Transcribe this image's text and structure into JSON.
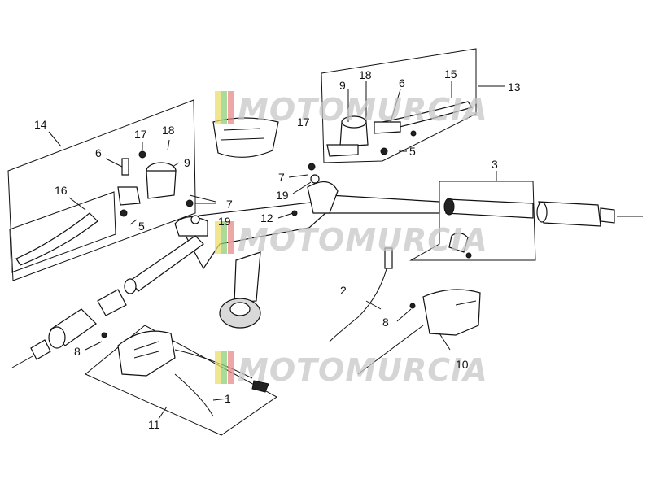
{
  "watermark": {
    "text": "MOTOMURCIA",
    "stripe_colors": [
      "#e9de6a",
      "#8fcf7a",
      "#e88a8a"
    ]
  },
  "callouts": [
    {
      "id": "c1",
      "label": "1"
    },
    {
      "id": "c2",
      "label": "2"
    },
    {
      "id": "c3",
      "label": "3"
    },
    {
      "id": "c5a",
      "label": "5"
    },
    {
      "id": "c5b",
      "label": "5"
    },
    {
      "id": "c6a",
      "label": "6"
    },
    {
      "id": "c6b",
      "label": "6"
    },
    {
      "id": "c7a",
      "label": "7"
    },
    {
      "id": "c7b",
      "label": "7"
    },
    {
      "id": "c8a",
      "label": "8"
    },
    {
      "id": "c8b",
      "label": "8"
    },
    {
      "id": "c9a",
      "label": "9"
    },
    {
      "id": "c9b",
      "label": "9"
    },
    {
      "id": "c10",
      "label": "10"
    },
    {
      "id": "c11",
      "label": "11"
    },
    {
      "id": "c12",
      "label": "12"
    },
    {
      "id": "c13",
      "label": "13"
    },
    {
      "id": "c14",
      "label": "14"
    },
    {
      "id": "c15",
      "label": "15"
    },
    {
      "id": "c16",
      "label": "16"
    },
    {
      "id": "c17a",
      "label": "17"
    },
    {
      "id": "c17b",
      "label": "17"
    },
    {
      "id": "c18a",
      "label": "18"
    },
    {
      "id": "c18b",
      "label": "18"
    },
    {
      "id": "c19a",
      "label": "19"
    },
    {
      "id": "c19b",
      "label": "19"
    }
  ]
}
